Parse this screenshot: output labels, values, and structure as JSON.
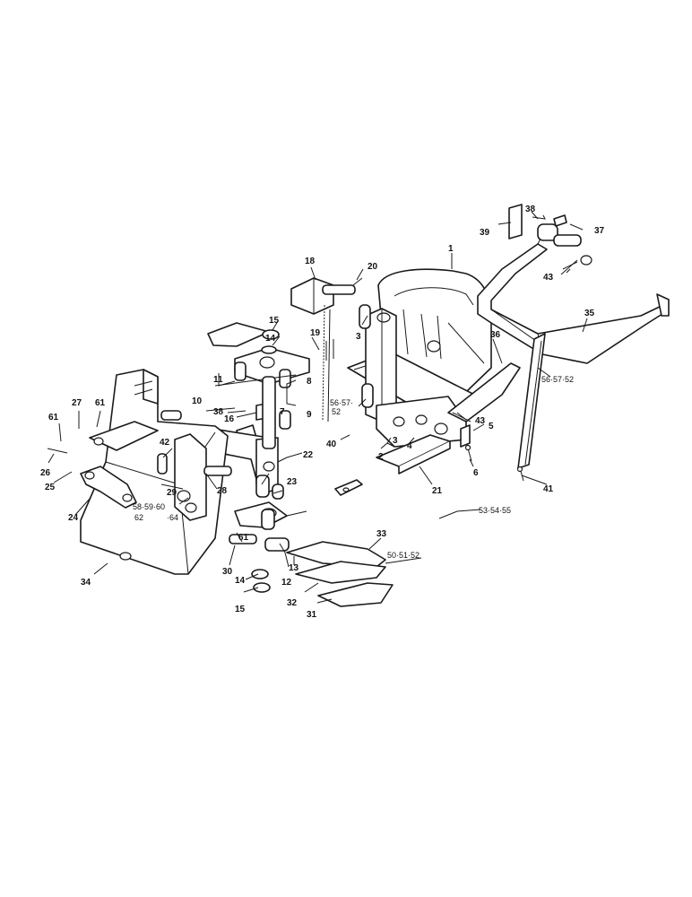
{
  "callouts": {
    "c1": "1",
    "c2": "2",
    "c3a": "3",
    "c3b": "3",
    "c4": "4",
    "c5": "5",
    "c6": "6",
    "c7": "7",
    "c8": "8",
    "c9": "9",
    "c10": "10",
    "c11": "11",
    "c12": "12",
    "c13": "13",
    "c14a": "14",
    "c14b": "14",
    "c15a": "15",
    "c15b": "15",
    "c16": "16",
    "c18": "18",
    "c19": "19",
    "c20": "20",
    "c21": "21",
    "c22": "22",
    "c23": "23",
    "c24": "24",
    "c25": "25",
    "c26": "26",
    "c27": "27",
    "c28": "28",
    "c29": "29",
    "c30": "30",
    "c31": "31",
    "c32": "32",
    "c33": "33",
    "c34": "34",
    "c35": "35",
    "c36": "36",
    "c37": "37",
    "c38a": "38",
    "c38b": "38",
    "c39": "39",
    "c40": "40",
    "c41": "41",
    "c42": "42",
    "c43a": "43",
    "c43b": "43",
    "c61a": "61",
    "c61b": "61",
    "c61c": "61",
    "g5657_52a": "56·57·52",
    "g5657_52b_line1": "56·57·",
    "g5657_52b_line2": "52",
    "g53_54_55": "53·54·55",
    "g50_51_52": "50·51·52",
    "g58_line1": "58·59·60",
    "g58_line2": "62",
    "g64": "·64"
  }
}
